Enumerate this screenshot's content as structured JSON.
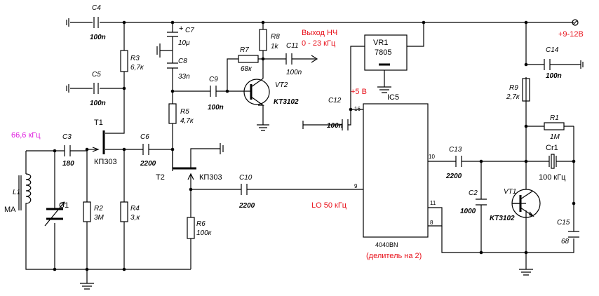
{
  "labels": {
    "c4": "C4",
    "c4v": "100n",
    "c5": "C5",
    "c5v": "100n",
    "r3": "R3",
    "r3v": "6,7к",
    "c7": "C7",
    "c7v": "10μ",
    "c7plus": "+",
    "c8": "C8",
    "c8v": "33n",
    "r8": "R8",
    "r8v": "1k",
    "r7": "R7",
    "r7v": "68к",
    "c11": "C11",
    "c11v": "100n",
    "c9": "C9",
    "c9v": "100n",
    "vt2": "VT2",
    "vt2t": "KT3102",
    "r5": "R5",
    "r5v": "4,7к",
    "t1": "T1",
    "t1t": "КП303",
    "c3": "C3",
    "c3v": "180",
    "c6": "C6",
    "c6v": "2200",
    "t2": "T2",
    "t2t": "КП303",
    "c10": "C10",
    "c10v": "2200",
    "l1": "L1",
    "ma": "MA",
    "c1": "C1",
    "r2": "R2",
    "r2v": "3M",
    "r4": "R4",
    "r4v": "3,к",
    "r6": "R6",
    "r6v": "100к",
    "vr1": "VR1",
    "vr1t": "7805",
    "c12": "C12",
    "c12v": "100n",
    "ic5": "IC5",
    "ic5t": "4040BN",
    "pin16": "16",
    "pin10": "10",
    "pin9": "9",
    "pin11": "11",
    "pin8": "8",
    "c13": "C13",
    "c13v": "2200",
    "c2": "C2",
    "c2v": "1000",
    "vt1": "VT1",
    "vt1t": "KT3102",
    "c14": "C14",
    "c14v": "100n",
    "r9": "R9",
    "r9v": "2,7к",
    "r1": "R1",
    "r1v": "1M",
    "cr1": "Cr1",
    "cr1v": "100 кГц",
    "c15": "C15",
    "c15v": "68"
  },
  "annotations": {
    "out_title": "Выход НЧ",
    "out_range": "0 - 23 кГц",
    "supply": "+9-12В",
    "plus5": "+5 В",
    "lo": "LO 50 кГц",
    "divider": "(делитель на 2)",
    "input_freq": "66,6 кГц"
  },
  "colors": {
    "annotation_red": "#e8101a",
    "annotation_magenta": "#e020e0",
    "wire": "#000000"
  }
}
